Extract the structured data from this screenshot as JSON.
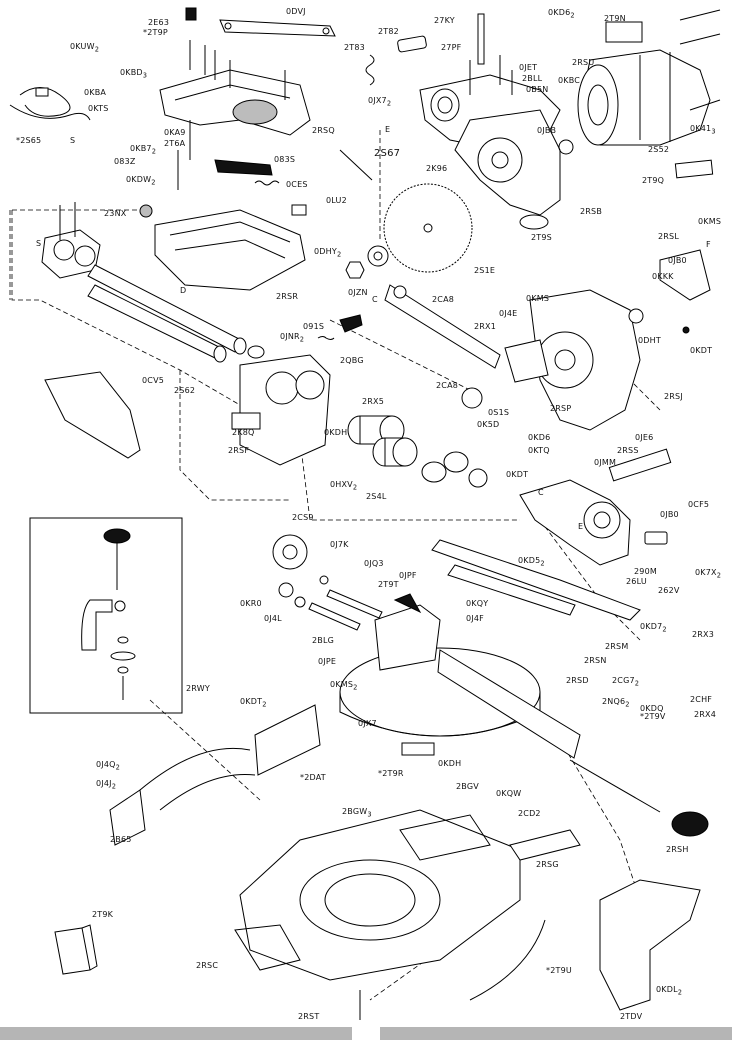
{
  "labels": [
    {
      "id": "2E63",
      "text": "2E63"
    },
    {
      "id": "2T9P",
      "text": "*2T9P"
    },
    {
      "id": "0DVJ",
      "text": "0DVJ"
    },
    {
      "id": "2T82",
      "text": "2T82"
    },
    {
      "id": "27KY",
      "text": "27KY"
    },
    {
      "id": "0KD6_top",
      "text": "0KD6"
    },
    {
      "id": "2T9N",
      "text": "2T9N"
    },
    {
      "id": "0KUW",
      "text": "0KUW"
    },
    {
      "id": "2T83",
      "text": "2T83"
    },
    {
      "id": "27PF",
      "text": "27PF"
    },
    {
      "id": "2RSU",
      "text": "2RSU"
    },
    {
      "id": "0KBD",
      "text": "0KBD"
    },
    {
      "id": "0JET",
      "text": "0JET"
    },
    {
      "id": "2BLL",
      "text": "2BLL"
    },
    {
      "id": "0B5N",
      "text": "0B5N"
    },
    {
      "id": "0KBC",
      "text": "0KBC"
    },
    {
      "id": "0KBA",
      "text": "0KBA"
    },
    {
      "id": "0JX7_top",
      "text": "0JX7"
    },
    {
      "id": "0KTS",
      "text": "0KTS"
    },
    {
      "id": "E_left",
      "text": "E"
    },
    {
      "id": "2RSQ",
      "text": "2RSQ"
    },
    {
      "id": "0JBB",
      "text": "0JBB"
    },
    {
      "id": "0K41",
      "text": "0K41"
    },
    {
      "id": "2S65",
      "text": "*2S65"
    },
    {
      "id": "S_cord",
      "text": "S"
    },
    {
      "id": "0KA9",
      "text": "0KA9"
    },
    {
      "id": "0KB7",
      "text": "0KB7"
    },
    {
      "id": "2T6A",
      "text": "2T6A"
    },
    {
      "id": "2S67",
      "text": "2S67"
    },
    {
      "id": "2S52",
      "text": "2S52"
    },
    {
      "id": "083Z",
      "text": "083Z"
    },
    {
      "id": "083S",
      "text": "083S"
    },
    {
      "id": "2K96",
      "text": "2K96"
    },
    {
      "id": "0KDW",
      "text": "0KDW"
    },
    {
      "id": "0CES",
      "text": "0CES"
    },
    {
      "id": "2T9Q",
      "text": "2T9Q"
    },
    {
      "id": "0LU2",
      "text": "0LU2"
    },
    {
      "id": "2RSB",
      "text": "2RSB"
    },
    {
      "id": "23NX",
      "text": "23NX"
    },
    {
      "id": "2T9S",
      "text": "2T9S"
    },
    {
      "id": "0KMS_r",
      "text": "0KMS"
    },
    {
      "id": "S_left",
      "text": "S"
    },
    {
      "id": "0DHY",
      "text": "0DHY"
    },
    {
      "id": "2RSL",
      "text": "2RSL"
    },
    {
      "id": "F_r",
      "text": "F"
    },
    {
      "id": "D_mid",
      "text": "D"
    },
    {
      "id": "2S1E",
      "text": "2S1E"
    },
    {
      "id": "0JB0_top",
      "text": "0JB0"
    },
    {
      "id": "0KKK",
      "text": "0KKK"
    },
    {
      "id": "2RSR",
      "text": "2RSR"
    },
    {
      "id": "0JZN",
      "text": "0JZN"
    },
    {
      "id": "C_mid",
      "text": "C"
    },
    {
      "id": "2CA8_top",
      "text": "2CA8"
    },
    {
      "id": "0KMS_mid",
      "text": "0KMS"
    },
    {
      "id": "0J4E",
      "text": "0J4E"
    },
    {
      "id": "091S",
      "text": "091S"
    },
    {
      "id": "0JNR",
      "text": "0JNR"
    },
    {
      "id": "2RX1",
      "text": "2RX1"
    },
    {
      "id": "0DHT",
      "text": "0DHT"
    },
    {
      "id": "2QBG",
      "text": "2QBG"
    },
    {
      "id": "0KDT_r",
      "text": "0KDT"
    },
    {
      "id": "0CV5",
      "text": "0CV5"
    },
    {
      "id": "2S62",
      "text": "2S62"
    },
    {
      "id": "2CA8_mid",
      "text": "2CA8"
    },
    {
      "id": "2RSJ",
      "text": "2RSJ"
    },
    {
      "id": "2RX5",
      "text": "2RX5"
    },
    {
      "id": "2RSP",
      "text": "2RSP"
    },
    {
      "id": "0S1S",
      "text": "0S1S"
    },
    {
      "id": "0K5D",
      "text": "0K5D"
    },
    {
      "id": "2K8Q",
      "text": "2K8Q"
    },
    {
      "id": "0KDH_mid",
      "text": "0KDH"
    },
    {
      "id": "0KD6_mid",
      "text": "0KD6"
    },
    {
      "id": "0JE6",
      "text": "0JE6"
    },
    {
      "id": "2RSF",
      "text": "2RSF"
    },
    {
      "id": "0KTQ",
      "text": "0KTQ"
    },
    {
      "id": "2RSS",
      "text": "2RSS"
    },
    {
      "id": "0JMM",
      "text": "0JMM"
    },
    {
      "id": "0HXV",
      "text": "0HXV"
    },
    {
      "id": "0KDT_mid",
      "text": "0KDT"
    },
    {
      "id": "2S4L",
      "text": "2S4L"
    },
    {
      "id": "C_r",
      "text": "C"
    },
    {
      "id": "0CF5",
      "text": "0CF5"
    },
    {
      "id": "2CS9",
      "text": "2CS9"
    },
    {
      "id": "E_r",
      "text": "E"
    },
    {
      "id": "0JB0_mid",
      "text": "0JB0"
    },
    {
      "id": "0J7K",
      "text": "0J7K"
    },
    {
      "id": "0KD5",
      "text": "0KD5"
    },
    {
      "id": "0JQ3",
      "text": "0JQ3"
    },
    {
      "id": "290M",
      "text": "290M"
    },
    {
      "id": "26LU",
      "text": "26LU"
    },
    {
      "id": "0K7X",
      "text": "0K7X"
    },
    {
      "id": "0JPF",
      "text": "0JPF"
    },
    {
      "id": "2T9T",
      "text": "2T9T"
    },
    {
      "id": "262V",
      "text": "262V"
    },
    {
      "id": "0KR0",
      "text": "0KR0"
    },
    {
      "id": "0KQY",
      "text": "0KQY"
    },
    {
      "id": "0J4L",
      "text": "0J4L"
    },
    {
      "id": "0J4F",
      "text": "0J4F"
    },
    {
      "id": "0KD7",
      "text": "0KD7"
    },
    {
      "id": "2RX3",
      "text": "2RX3"
    },
    {
      "id": "2RSM",
      "text": "2RSM"
    },
    {
      "id": "2BLG",
      "text": "2BLG"
    },
    {
      "id": "2RSN",
      "text": "2RSN"
    },
    {
      "id": "0JPE",
      "text": "0JPE"
    },
    {
      "id": "2CG7",
      "text": "2CG7"
    },
    {
      "id": "2RWY",
      "text": "2RWY"
    },
    {
      "id": "2RSD",
      "text": "2RSD"
    },
    {
      "id": "2CHF",
      "text": "2CHF"
    },
    {
      "id": "0KMS_low",
      "text": "0KMS"
    },
    {
      "id": "2NQ6",
      "text": "2NQ6"
    },
    {
      "id": "0KDT_low",
      "text": "0KDT"
    },
    {
      "id": "0KDQ",
      "text": "0KDQ"
    },
    {
      "id": "2RX4",
      "text": "2RX4"
    },
    {
      "id": "2T9V",
      "text": "*2T9V"
    },
    {
      "id": "0JX7_low",
      "text": "0JX7"
    },
    {
      "id": "0J4Q",
      "text": "0J4Q"
    },
    {
      "id": "2DAT",
      "text": "*2DAT"
    },
    {
      "id": "0KDH_low",
      "text": "0KDH"
    },
    {
      "id": "0J4J",
      "text": "0J4J"
    },
    {
      "id": "2T9R",
      "text": "*2T9R"
    },
    {
      "id": "2BGV",
      "text": "2BGV"
    },
    {
      "id": "0KQW",
      "text": "0KQW"
    },
    {
      "id": "2BGW",
      "text": "2BGW"
    },
    {
      "id": "2CD2",
      "text": "2CD2"
    },
    {
      "id": "2B65",
      "text": "2B65"
    },
    {
      "id": "2RSH",
      "text": "2RSH"
    },
    {
      "id": "2RSG",
      "text": "2RSG"
    },
    {
      "id": "2T9K",
      "text": "2T9K"
    },
    {
      "id": "2RSC",
      "text": "2RSC"
    },
    {
      "id": "2T9U",
      "text": "*2T9U"
    },
    {
      "id": "0KDL",
      "text": "0KDL"
    },
    {
      "id": "2RST",
      "text": "2RST"
    },
    {
      "id": "2TDV",
      "text": "2TDV"
    }
  ],
  "subscripts": {
    "0KUW": "2",
    "0KBD": "3",
    "0JX7_top": "2",
    "0K41": "3",
    "0KB7": "2",
    "0KDW": "2",
    "0DHY": "2",
    "0JNR": "2",
    "0HXV": "2",
    "0KD5": "2",
    "0K7X": "2",
    "0KD7": "2",
    "2CG7": "2",
    "0KMS_low": "2",
    "0KDT_low": "2",
    "0J4Q": "2",
    "0J4J": "2",
    "2BGW": "3",
    "0KDL": "2",
    "0KD6_top": "2",
    "2NQ6": "2"
  }
}
